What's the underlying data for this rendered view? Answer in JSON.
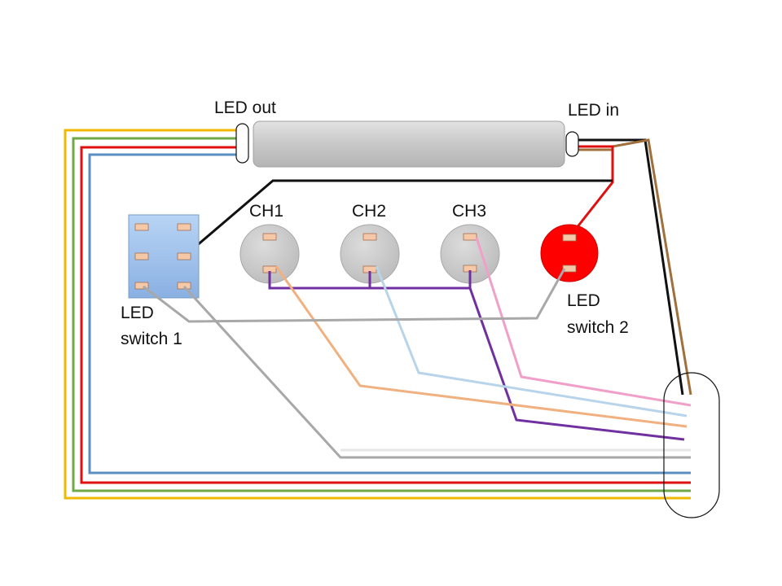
{
  "labels": {
    "led_out": "LED out",
    "led_in": "LED in",
    "ch1": "CH1",
    "ch2": "CH2",
    "ch3": "CH3",
    "led_switch_1_line1": "LED",
    "led_switch_1_line2": "switch 1",
    "led_switch_2_line1": "LED",
    "led_switch_2_line2": "switch 2"
  },
  "colors": {
    "yellow": "#f0b800",
    "green": "#6fa846",
    "red": "#e01010",
    "blue": "#5b8fc0",
    "black": "#111111",
    "brown": "#a0703c",
    "gray": "#a8a8a8",
    "light_gray": "#e6e6e6",
    "orange": "#f0b080",
    "light_blue": "#b8d4ea",
    "pink": "#f0a0c8",
    "purple": "#7030a0",
    "pad": "#f5c8a8",
    "knob": "#cfcfcf",
    "led_red": "#ff0000",
    "switch_blue": "#a8c8ee"
  }
}
